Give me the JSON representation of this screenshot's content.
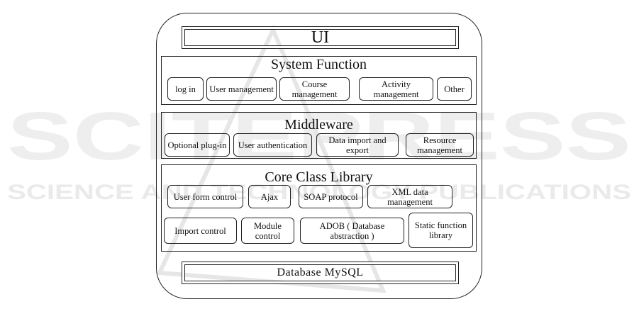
{
  "ui_band": {
    "label": "UI"
  },
  "system_function": {
    "title": "System Function",
    "boxes": [
      "log in",
      "User management",
      "Course management",
      "Activity management",
      "Other"
    ]
  },
  "middleware": {
    "title": "Middleware",
    "boxes": [
      "Optional plug-in",
      "User authentication",
      "Data import and export",
      "Resource management"
    ]
  },
  "core_class_library": {
    "title": "Core Class Library",
    "row1": [
      "User form control",
      "Ajax",
      "SOAP protocol",
      "XML data management"
    ],
    "row2": [
      "Import control",
      "Module control",
      "ADOB ( Database abstraction )",
      "Static function library"
    ]
  },
  "database_band": {
    "label": "Database MySQL"
  },
  "watermark": {
    "big": "SCITEPRESS",
    "small": "SCIENCE AND TECHNOLOGY PUBLICATIONS"
  }
}
